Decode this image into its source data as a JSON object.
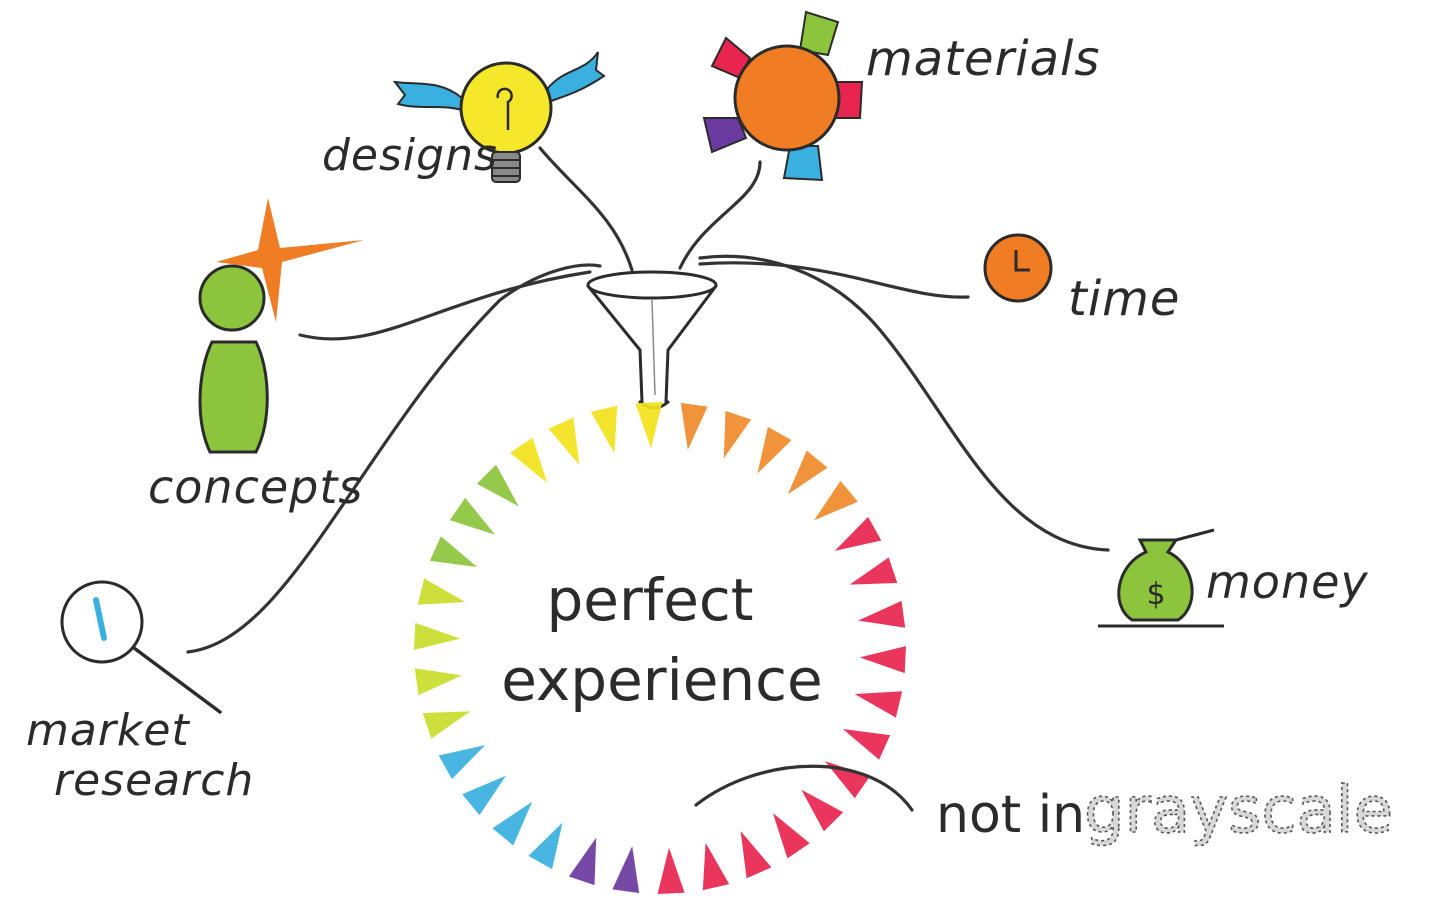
{
  "center": {
    "line1": "perfect",
    "line2": "experience"
  },
  "inputs": [
    {
      "id": "designs",
      "label": "designs",
      "icon": "winged-lightbulb-icon"
    },
    {
      "id": "materials",
      "label": "materials",
      "icon": "colorful-sun-icon"
    },
    {
      "id": "time",
      "label": "time",
      "icon": "clock-icon"
    },
    {
      "id": "concepts",
      "label": "concepts",
      "icon": "person-star-icon"
    },
    {
      "id": "money",
      "label": "money",
      "icon": "money-bag-icon"
    },
    {
      "id": "market_research",
      "label_line1": "market",
      "label_line2": "research",
      "icon": "magnifier-icon"
    }
  ],
  "funnel_icon": "funnel-icon",
  "note": {
    "prefix": "not in",
    "emphasis": "grayscale"
  },
  "colors": {
    "yellow": "#f2e21c",
    "orange": "#f08a2a",
    "red": "#e8254e",
    "purple": "#6a3aa0",
    "blue": "#3ab0e0",
    "green": "#8cc43c",
    "lime": "#c8dc2a",
    "ink": "#2b2b2b"
  }
}
